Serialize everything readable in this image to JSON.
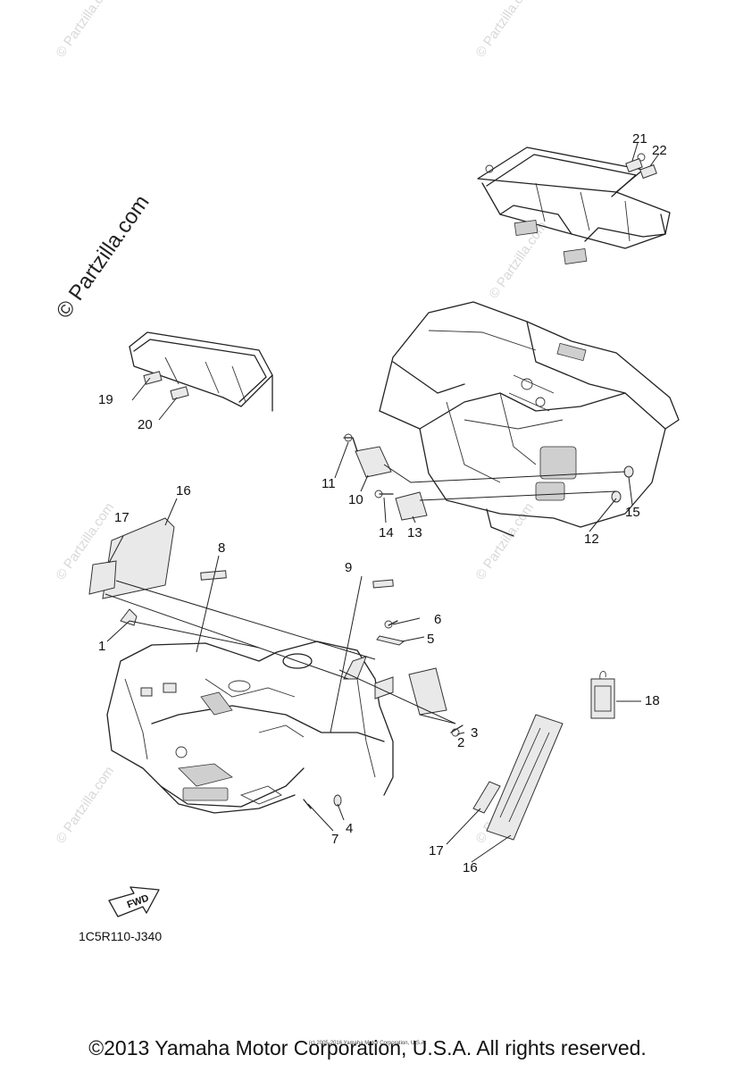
{
  "watermark": {
    "main": "© Partzilla.com",
    "repeat": "© Partzilla.com"
  },
  "callouts": [
    "1",
    "2",
    "3",
    "4",
    "5",
    "6",
    "7",
    "8",
    "9",
    "10",
    "11",
    "12",
    "13",
    "14",
    "15",
    "16",
    "17",
    "18",
    "19",
    "20",
    "21",
    "22"
  ],
  "callouts_dup": {
    "16b": "16",
    "17b": "17"
  },
  "fwd_label": "FWD",
  "diagram_code": "1C5R110-J340",
  "footer": {
    "copyright": "©2013 Yamaha Motor Corporation, U.S.A. All rights reserved.",
    "small_print": "(c) 2005-2016 Yamaha Motor Corporation, U.S.A."
  }
}
